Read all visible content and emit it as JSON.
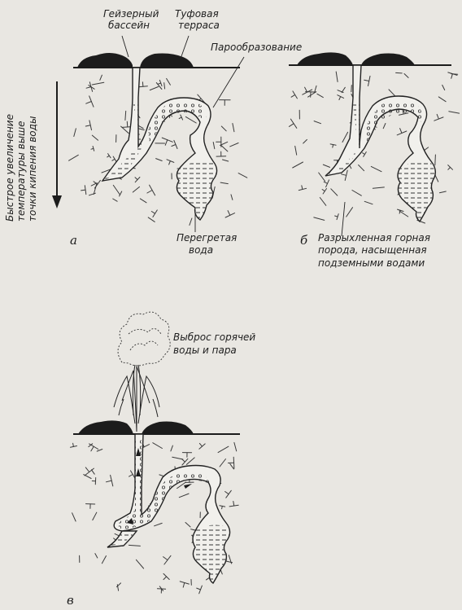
{
  "labels": {
    "geyser_basin": [
      "Гейзерный",
      "бассейн"
    ],
    "tuff_terrace": [
      "Туфовая",
      "терраса"
    ],
    "steam_formation": "Парообразование",
    "side_label": [
      "Быстрое увеличение",
      "температуры выше",
      "точки кипения воды"
    ],
    "superheated_water": [
      "Перегретая",
      "вода"
    ],
    "loose_rock": [
      "Разрыхленная горная",
      "порода, насыщенная",
      "подземными водами"
    ],
    "eruption": [
      "Выброс горячей",
      "воды и пара"
    ]
  },
  "panels": [
    "а",
    "б",
    "в"
  ]
}
